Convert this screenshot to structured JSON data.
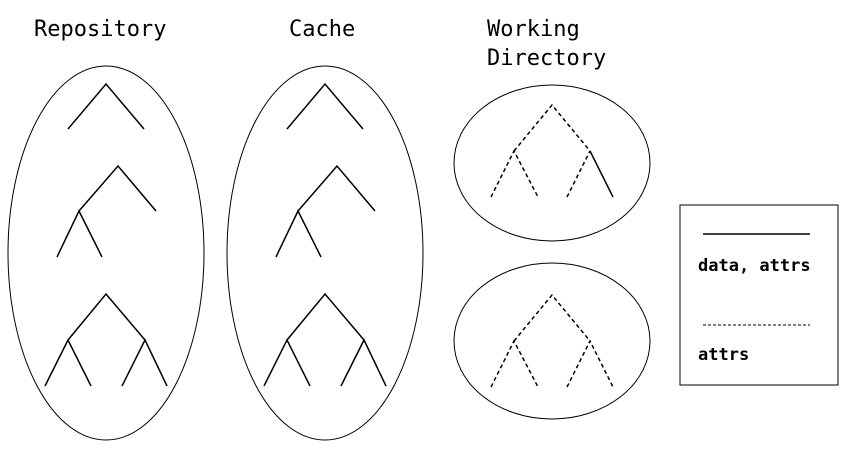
{
  "titles": {
    "repository": "Repository",
    "cache": "Cache",
    "working_directory_line1": "Working",
    "working_directory_line2": "Directory"
  },
  "legend": {
    "solid_label": "data, attrs",
    "dashed_label": "attrs"
  }
}
